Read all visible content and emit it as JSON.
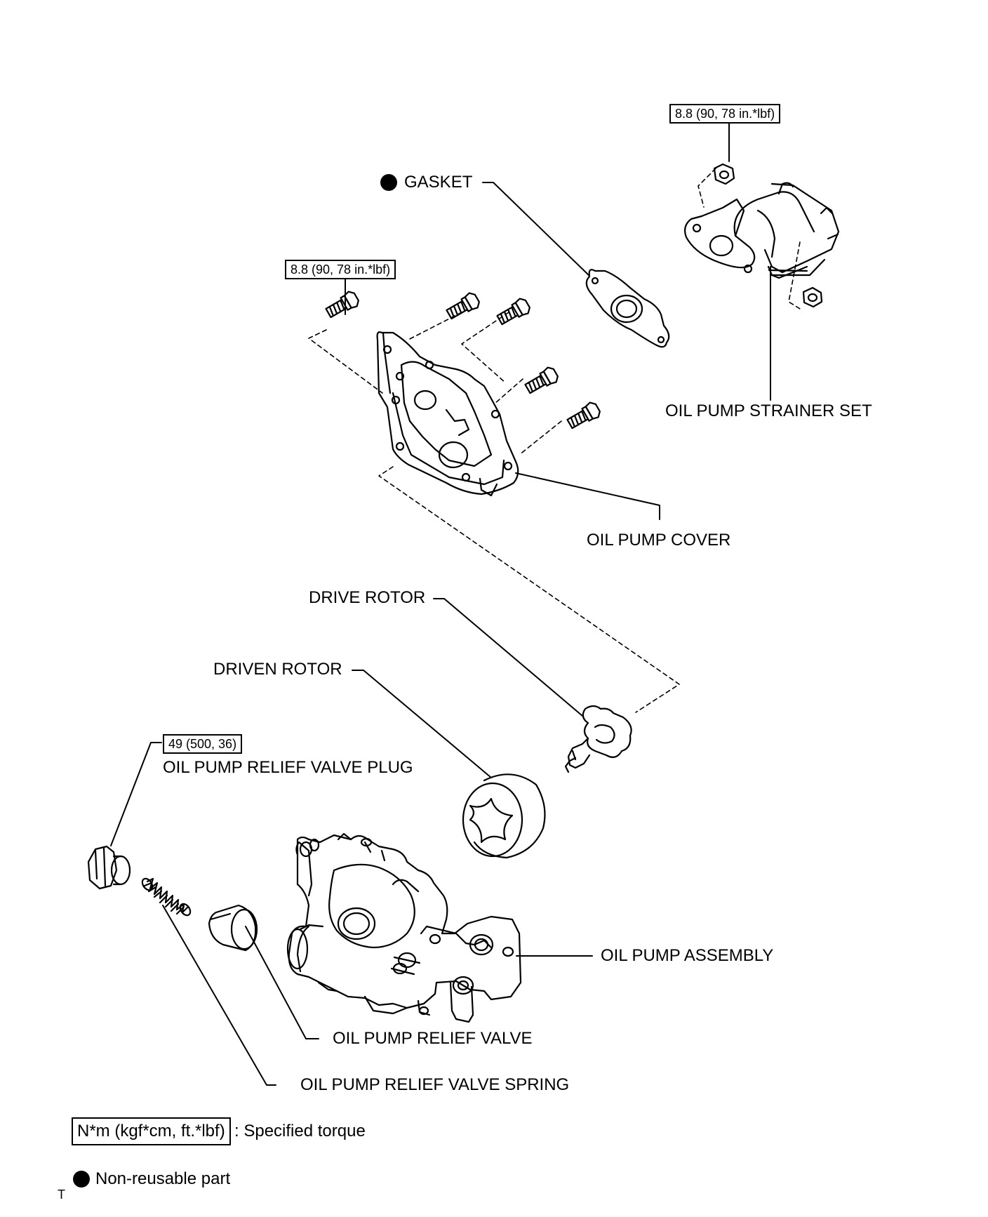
{
  "torque_labels": {
    "strainer_nut": "8.8 (90, 78 in.*lbf)",
    "cover_bolt": "8.8 (90, 78 in.*lbf)",
    "relief_plug": "49 (500, 36)"
  },
  "part_labels": {
    "gasket": "GASKET",
    "strainer": "OIL PUMP STRAINER SET",
    "cover": "OIL PUMP COVER",
    "drive_rotor": "DRIVE ROTOR",
    "driven_rotor": "DRIVEN ROTOR",
    "relief_plug": "OIL PUMP RELIEF VALVE PLUG",
    "assembly": "OIL PUMP ASSEMBLY",
    "relief_valve": "OIL PUMP RELIEF VALVE",
    "relief_spring": "OIL PUMP RELIEF VALVE SPRING"
  },
  "legend": {
    "torque_unit": "N*m (kgf*cm, ft.*lbf)",
    "torque_desc": ": Specified torque",
    "nonreusable": "Non-reusable part"
  },
  "corner_mark": "T"
}
